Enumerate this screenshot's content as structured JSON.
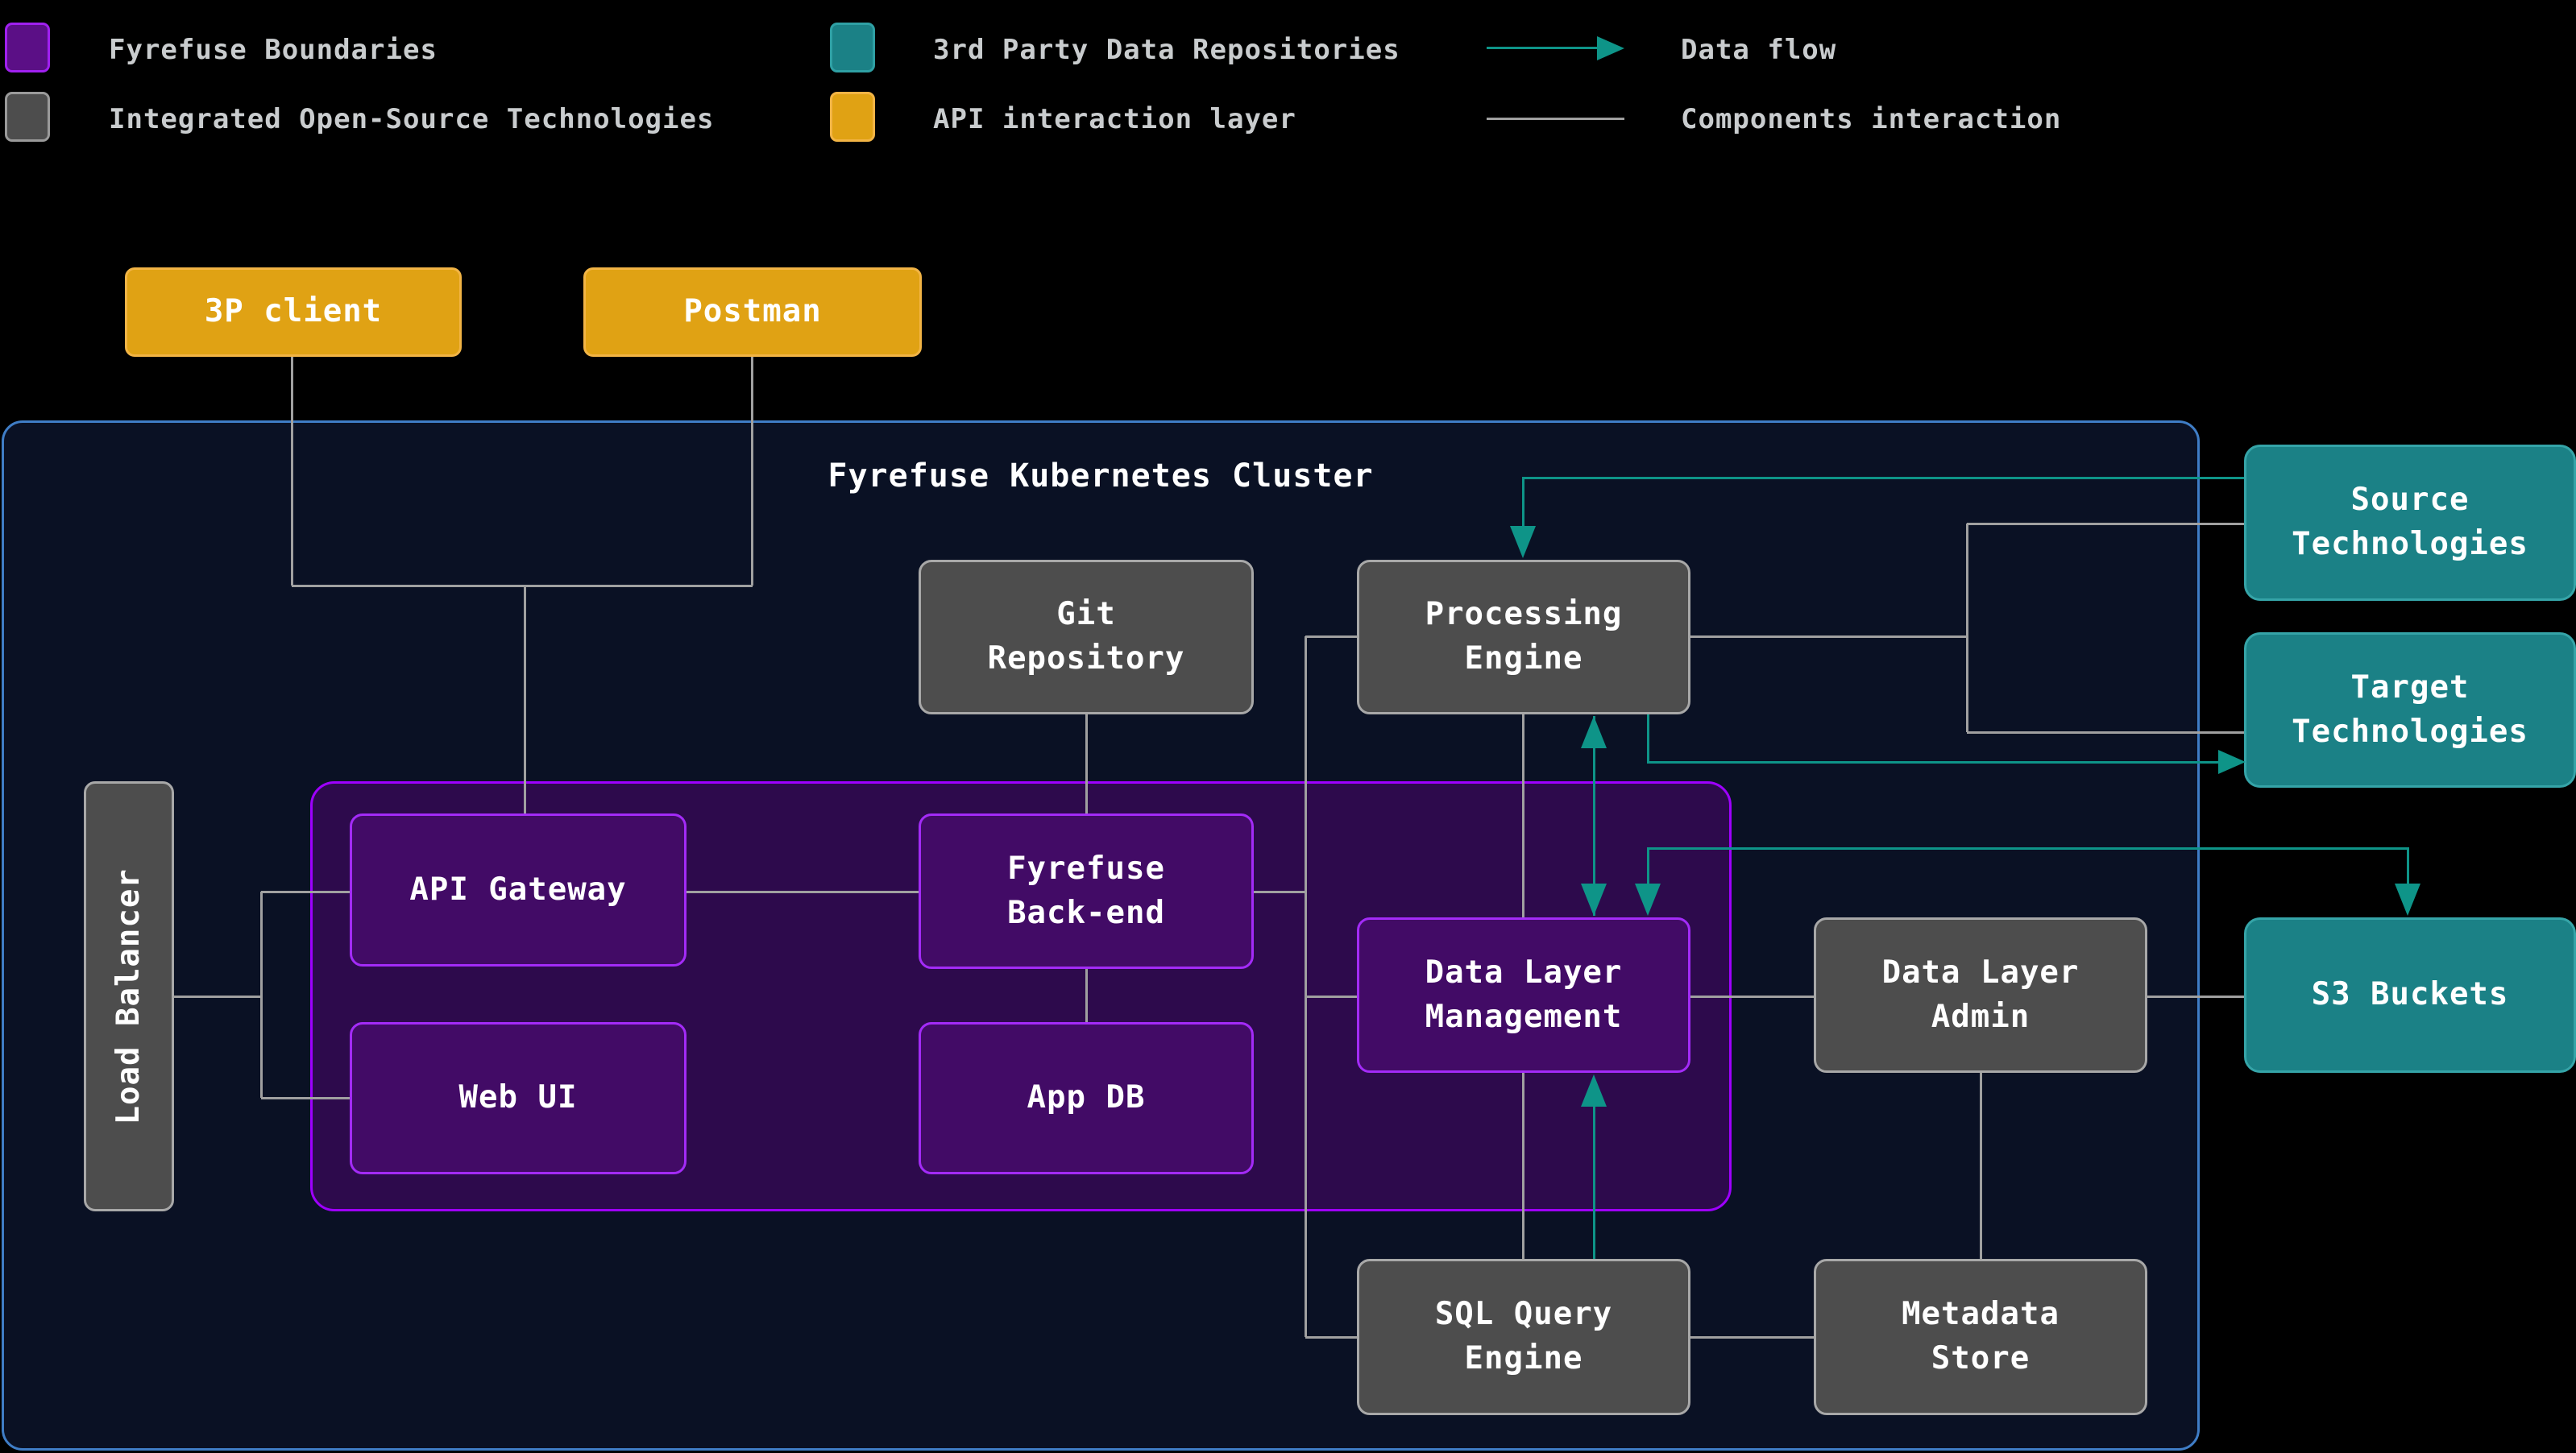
{
  "legend": {
    "swatches": [
      {
        "label": "Fyrefuse Boundaries",
        "color": "#5b0f86",
        "border": "#a020f0"
      },
      {
        "label": "Integrated Open-Source Technologies",
        "color": "#4d4d4d",
        "border": "#9a9a9a"
      },
      {
        "label": "3rd Party Data Repositories",
        "color": "#1b8186",
        "border": "#2fa0a4"
      },
      {
        "label": "API interaction layer",
        "color": "#e0a214",
        "border": "#f2b445"
      }
    ],
    "data_flow_label": "Data flow",
    "components_interaction_label": "Components interaction"
  },
  "clients": {
    "client_3p": "3P client",
    "postman": "Postman"
  },
  "cluster_title": "Fyrefuse Kubernetes Cluster",
  "nodes": {
    "load_balancer": "Load Balancer",
    "api_gateway": "API Gateway",
    "web_ui": "Web UI",
    "fyrefuse_backend": "Fyrefuse\nBack-end",
    "app_db": "App DB",
    "git_repository": "Git\nRepository",
    "processing_engine": "Processing\nEngine",
    "data_layer_management": "Data Layer\nManagement",
    "data_layer_admin": "Data Layer\nAdmin",
    "sql_query_engine": "SQL Query\nEngine",
    "metadata_store": "Metadata\nStore",
    "source_technologies": "Source\nTechnologies",
    "target_technologies": "Target\nTechnologies",
    "s3_buckets": "S3 Buckets"
  },
  "edges": {
    "data_flow": [
      "Source Technologies -> Processing Engine",
      "Processing Engine <-> Data Layer Management",
      "Processing Engine -> Target Technologies",
      "Data Layer Management <-> S3 Buckets",
      "SQL Query Engine -> Data Layer Management"
    ],
    "components_interaction": [
      "3P client - API Gateway",
      "Postman - API Gateway",
      "Load Balancer - API Gateway",
      "Load Balancer - Web UI",
      "API Gateway - Fyrefuse Back-end",
      "Git Repository - Fyrefuse Back-end",
      "Fyrefuse Back-end - App DB",
      "Fyrefuse Back-end - Processing Engine",
      "Fyrefuse Back-end - Data Layer Management",
      "Fyrefuse Back-end - SQL Query Engine",
      "Processing Engine - SQL Query Engine",
      "Processing Engine - Source Technologies",
      "Processing Engine - Target Technologies",
      "Data Layer Management - Data Layer Admin",
      "Data Layer Admin - S3 Buckets",
      "Data Layer Admin - Metadata Store",
      "SQL Query Engine - Metadata Store"
    ]
  },
  "colors": {
    "background": "#000000",
    "cluster_fill": "#0a1124",
    "cluster_border": "#3f7dc6",
    "boundary_fill": "#2d0a4c",
    "boundary_border": "#9e00ff",
    "purple_node_fill": "#420b66",
    "purple_node_border": "#a32bf7",
    "gray_node_fill": "#4d4d4d",
    "gray_node_border": "#a8a8a8",
    "teal_node_fill": "#1b8186",
    "teal_node_border": "#35a4a8",
    "orange_node_fill": "#e0a214",
    "orange_node_border": "#f2b445",
    "data_flow_line": "#0e9488",
    "interaction_line": "#a0a0a0"
  }
}
